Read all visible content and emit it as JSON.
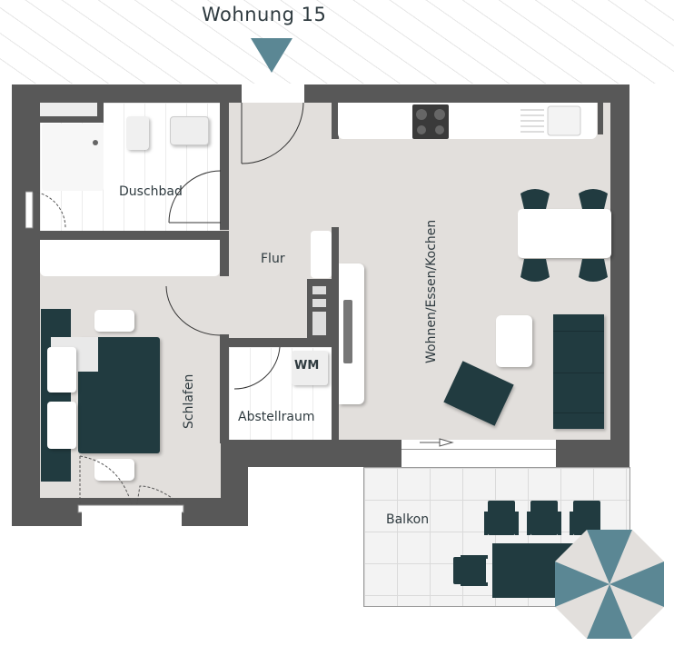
{
  "title": "Wohnung 15",
  "entrance_marker": {
    "icon": "entrance-triangle-icon",
    "color": "#5b8794"
  },
  "rooms": {
    "duschbad": {
      "label": "Duschbad"
    },
    "flur": {
      "label": "Flur"
    },
    "schlafen": {
      "label": "Schlafen"
    },
    "abstellraum": {
      "label": "Abstellraum"
    },
    "wm": {
      "label": "WM"
    },
    "wohnen": {
      "label": "Wohnen/Essen/Kochen"
    },
    "balkon": {
      "label": "Balkon"
    }
  },
  "colors": {
    "wall": "#585858",
    "floor": "#e2dfdc",
    "furniture": "#213b40",
    "accent": "#5b8794"
  }
}
